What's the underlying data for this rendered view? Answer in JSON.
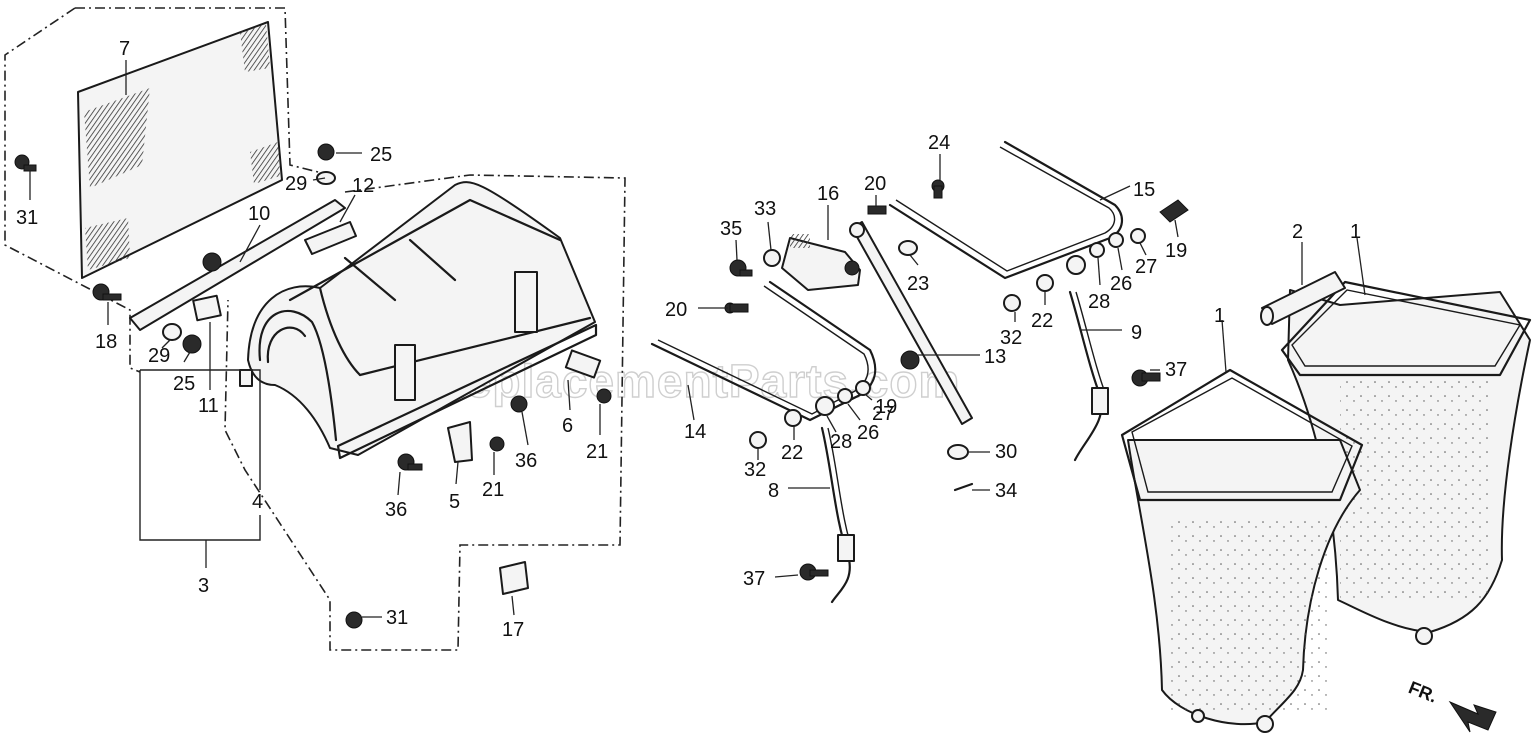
{
  "watermark": "eReplacementParts.com",
  "direction_label": "FR.",
  "callouts": [
    {
      "id": "c-1a",
      "label": "1"
    },
    {
      "id": "c-1b",
      "label": "1"
    },
    {
      "id": "c-2",
      "label": "2"
    },
    {
      "id": "c-3",
      "label": "3"
    },
    {
      "id": "c-4",
      "label": "4"
    },
    {
      "id": "c-5",
      "label": "5"
    },
    {
      "id": "c-6",
      "label": "6"
    },
    {
      "id": "c-7",
      "label": "7"
    },
    {
      "id": "c-8",
      "label": "8"
    },
    {
      "id": "c-9",
      "label": "9"
    },
    {
      "id": "c-10",
      "label": "10"
    },
    {
      "id": "c-11",
      "label": "11"
    },
    {
      "id": "c-12",
      "label": "12"
    },
    {
      "id": "c-13",
      "label": "13"
    },
    {
      "id": "c-14",
      "label": "14"
    },
    {
      "id": "c-15",
      "label": "15"
    },
    {
      "id": "c-16",
      "label": "16"
    },
    {
      "id": "c-17",
      "label": "17"
    },
    {
      "id": "c-18",
      "label": "18"
    },
    {
      "id": "c-19a",
      "label": "19"
    },
    {
      "id": "c-19b",
      "label": "19"
    },
    {
      "id": "c-20a",
      "label": "20"
    },
    {
      "id": "c-20b",
      "label": "20"
    },
    {
      "id": "c-21a",
      "label": "21"
    },
    {
      "id": "c-21b",
      "label": "21"
    },
    {
      "id": "c-22a",
      "label": "22"
    },
    {
      "id": "c-22b",
      "label": "22"
    },
    {
      "id": "c-23",
      "label": "23"
    },
    {
      "id": "c-24",
      "label": "24"
    },
    {
      "id": "c-25a",
      "label": "25"
    },
    {
      "id": "c-25b",
      "label": "25"
    },
    {
      "id": "c-26a",
      "label": "26"
    },
    {
      "id": "c-26b",
      "label": "26"
    },
    {
      "id": "c-27a",
      "label": "27"
    },
    {
      "id": "c-27b",
      "label": "27"
    },
    {
      "id": "c-28a",
      "label": "28"
    },
    {
      "id": "c-28b",
      "label": "28"
    },
    {
      "id": "c-29a",
      "label": "29"
    },
    {
      "id": "c-29b",
      "label": "29"
    },
    {
      "id": "c-30",
      "label": "30"
    },
    {
      "id": "c-31a",
      "label": "31"
    },
    {
      "id": "c-31b",
      "label": "31"
    },
    {
      "id": "c-32a",
      "label": "32"
    },
    {
      "id": "c-32b",
      "label": "32"
    },
    {
      "id": "c-33",
      "label": "33"
    },
    {
      "id": "c-34",
      "label": "34"
    },
    {
      "id": "c-35",
      "label": "35"
    },
    {
      "id": "c-36a",
      "label": "36"
    },
    {
      "id": "c-36b",
      "label": "36"
    },
    {
      "id": "c-37a",
      "label": "37"
    },
    {
      "id": "c-37b",
      "label": "37"
    }
  ]
}
